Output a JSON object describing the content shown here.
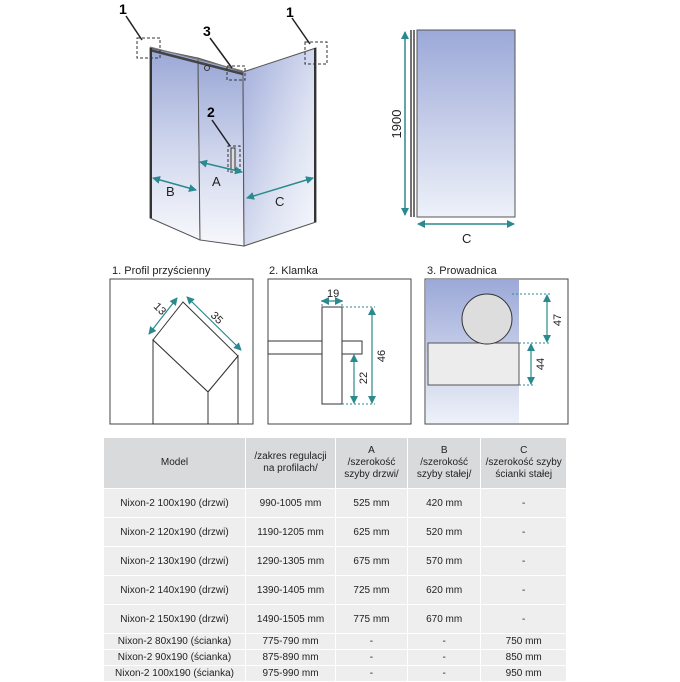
{
  "callouts": {
    "profile": "1",
    "handle": "2",
    "guide": "3"
  },
  "main_dims": {
    "a": "A",
    "b": "B",
    "c": "C"
  },
  "side_view": {
    "height": "1900",
    "width": "C"
  },
  "details": {
    "profile": {
      "title": "1. Profil przyścienny",
      "d1": "13",
      "d2": "35"
    },
    "handle": {
      "title": "2. Klamka",
      "d1": "19",
      "d2": "46",
      "d3": "22"
    },
    "guide": {
      "title": "3. Prowadnica",
      "d1": "47",
      "d2": "44"
    }
  },
  "table": {
    "headers": [
      [
        "Model"
      ],
      [
        "/zakres regulacji",
        "na profilach/"
      ],
      [
        "A",
        "/szerokość",
        "szyby drzwi/"
      ],
      [
        "B",
        "/szerokość",
        "szyby stałej/"
      ],
      [
        "C",
        "/szerokość szyby",
        "ścianki stałej"
      ]
    ],
    "rows": [
      [
        "Nixon-2 100x190 (drzwi)",
        "990-1005 mm",
        "525 mm",
        "420 mm",
        "-"
      ],
      [
        "Nixon-2 120x190 (drzwi)",
        "1190-1205 mm",
        "625 mm",
        "520 mm",
        "-"
      ],
      [
        "Nixon-2 130x190 (drzwi)",
        "1290-1305 mm",
        "675 mm",
        "570 mm",
        "-"
      ],
      [
        "Nixon-2 140x190 (drzwi)",
        "1390-1405 mm",
        "725 mm",
        "620 mm",
        "-"
      ],
      [
        "Nixon-2 150x190 (drzwi)",
        "1490-1505 mm",
        "775 mm",
        "670 mm",
        "-"
      ],
      [
        "Nixon-2 80x190 (ścianka)",
        "775-790 mm",
        "-",
        "-",
        "750 mm"
      ],
      [
        "Nixon-2 90x190 (ścianka)",
        "875-890 mm",
        "-",
        "-",
        "850 mm"
      ],
      [
        "Nixon-2 100x190 (ścianka)",
        "975-990 mm",
        "-",
        "-",
        "950 mm"
      ]
    ]
  }
}
